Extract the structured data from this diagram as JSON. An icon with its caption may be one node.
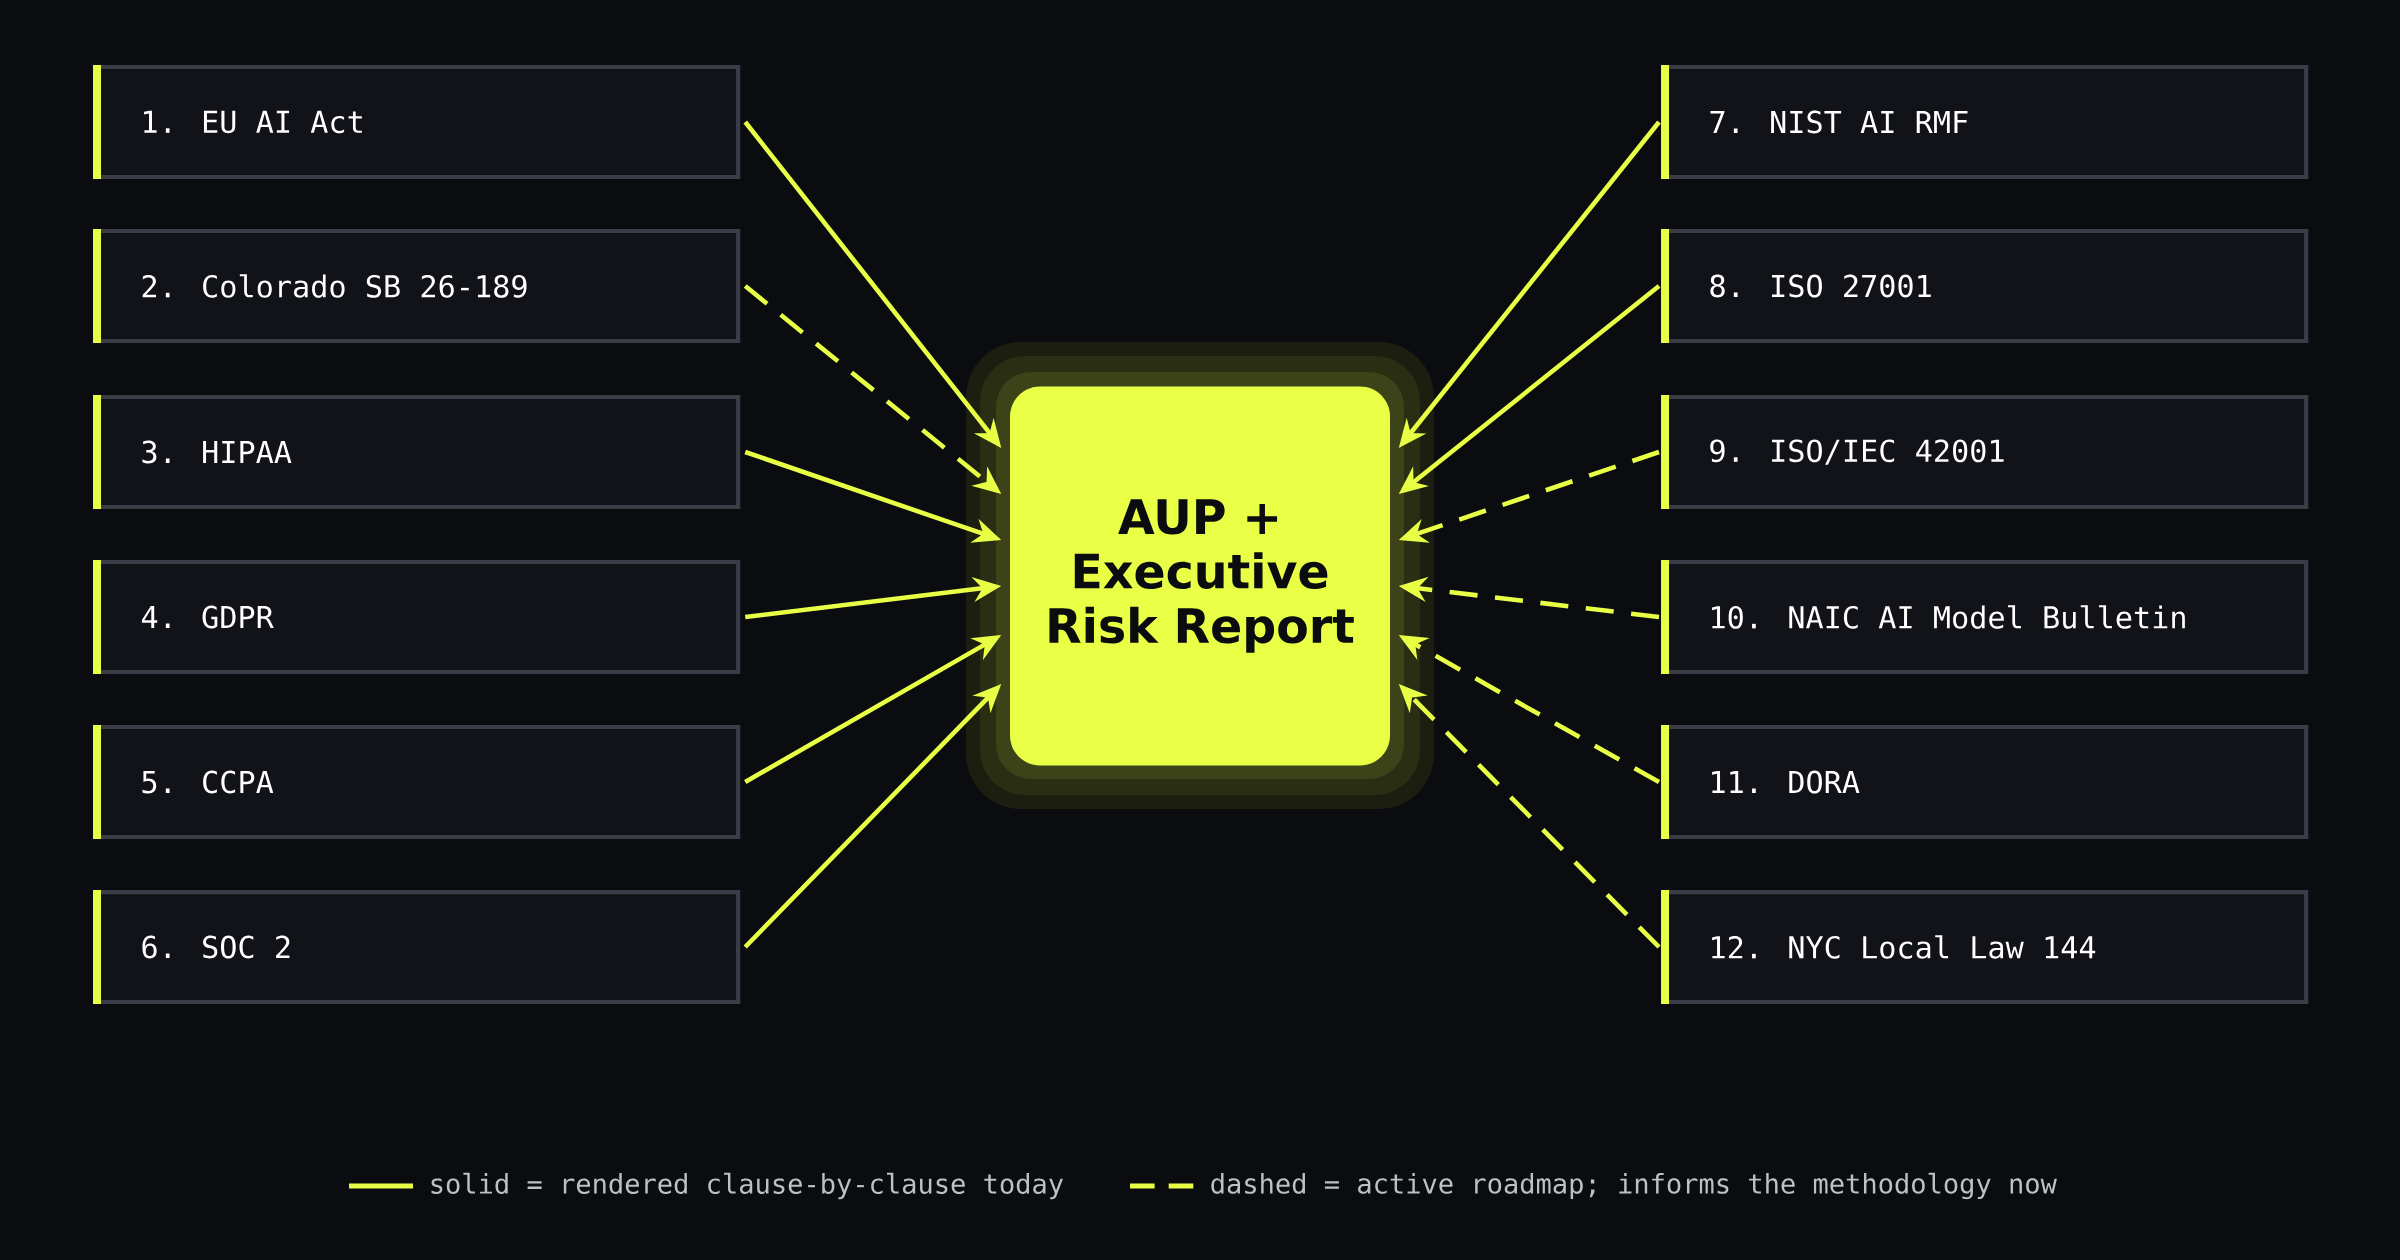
{
  "diagram": {
    "nodes": [
      {
        "text": [
          "1. EU AI Act"
        ]
      },
      {
        "text": [
          "2. Colorado SB 26-189"
        ]
      },
      {
        "text": [
          "3. HIPAA"
        ]
      },
      {
        "text": [
          "4. GDPR"
        ]
      },
      {
        "text": [
          "5. CCPA"
        ]
      },
      {
        "text": [
          "6. SOC 2"
        ]
      },
      {
        "text": [
          "7. NIST AI RMF"
        ]
      },
      {
        "text": [
          "8. ISO 27001"
        ]
      },
      {
        "text": [
          "9. ISO/IEC 42001"
        ]
      },
      {
        "text": [
          "10. NAIC AI Model Bulletin"
        ]
      },
      {
        "text": [
          "11. DORA"
        ]
      },
      {
        "text": [
          "12. NYC Local Law 144"
        ]
      },
      {
        "text": [
          "AUP + Executive Risk Report"
        ]
      }
    ],
    "edges": [
      {
        "from": 0,
        "to": 12,
        "arrow": "to"
      },
      {
        "from": 1,
        "to": 12,
        "arrow": "to",
        "style": "dashed"
      },
      {
        "from": 2,
        "to": 12,
        "arrow": "to"
      },
      {
        "from": 3,
        "to": 12,
        "arrow": "to"
      },
      {
        "from": 4,
        "to": 12,
        "arrow": "to"
      },
      {
        "from": 5,
        "to": 12,
        "arrow": "to"
      },
      {
        "from": 6,
        "to": 12,
        "arrow": "to"
      },
      {
        "from": 7,
        "to": 12,
        "arrow": "to"
      },
      {
        "from": 8,
        "to": 12,
        "arrow": "to",
        "style": "dashed"
      },
      {
        "from": 9,
        "to": 12,
        "arrow": "to",
        "style": "dashed"
      },
      {
        "from": 10,
        "to": 12,
        "arrow": "to",
        "style": "dashed"
      },
      {
        "from": 11,
        "to": 12,
        "arrow": "to",
        "style": "dashed"
      }
    ],
    "legend": [
      {
        "text": "solid = rendered clause-by-clause today"
      },
      {
        "text": "dashed = active roadmap; informs the methodology now"
      }
    ]
  }
}
